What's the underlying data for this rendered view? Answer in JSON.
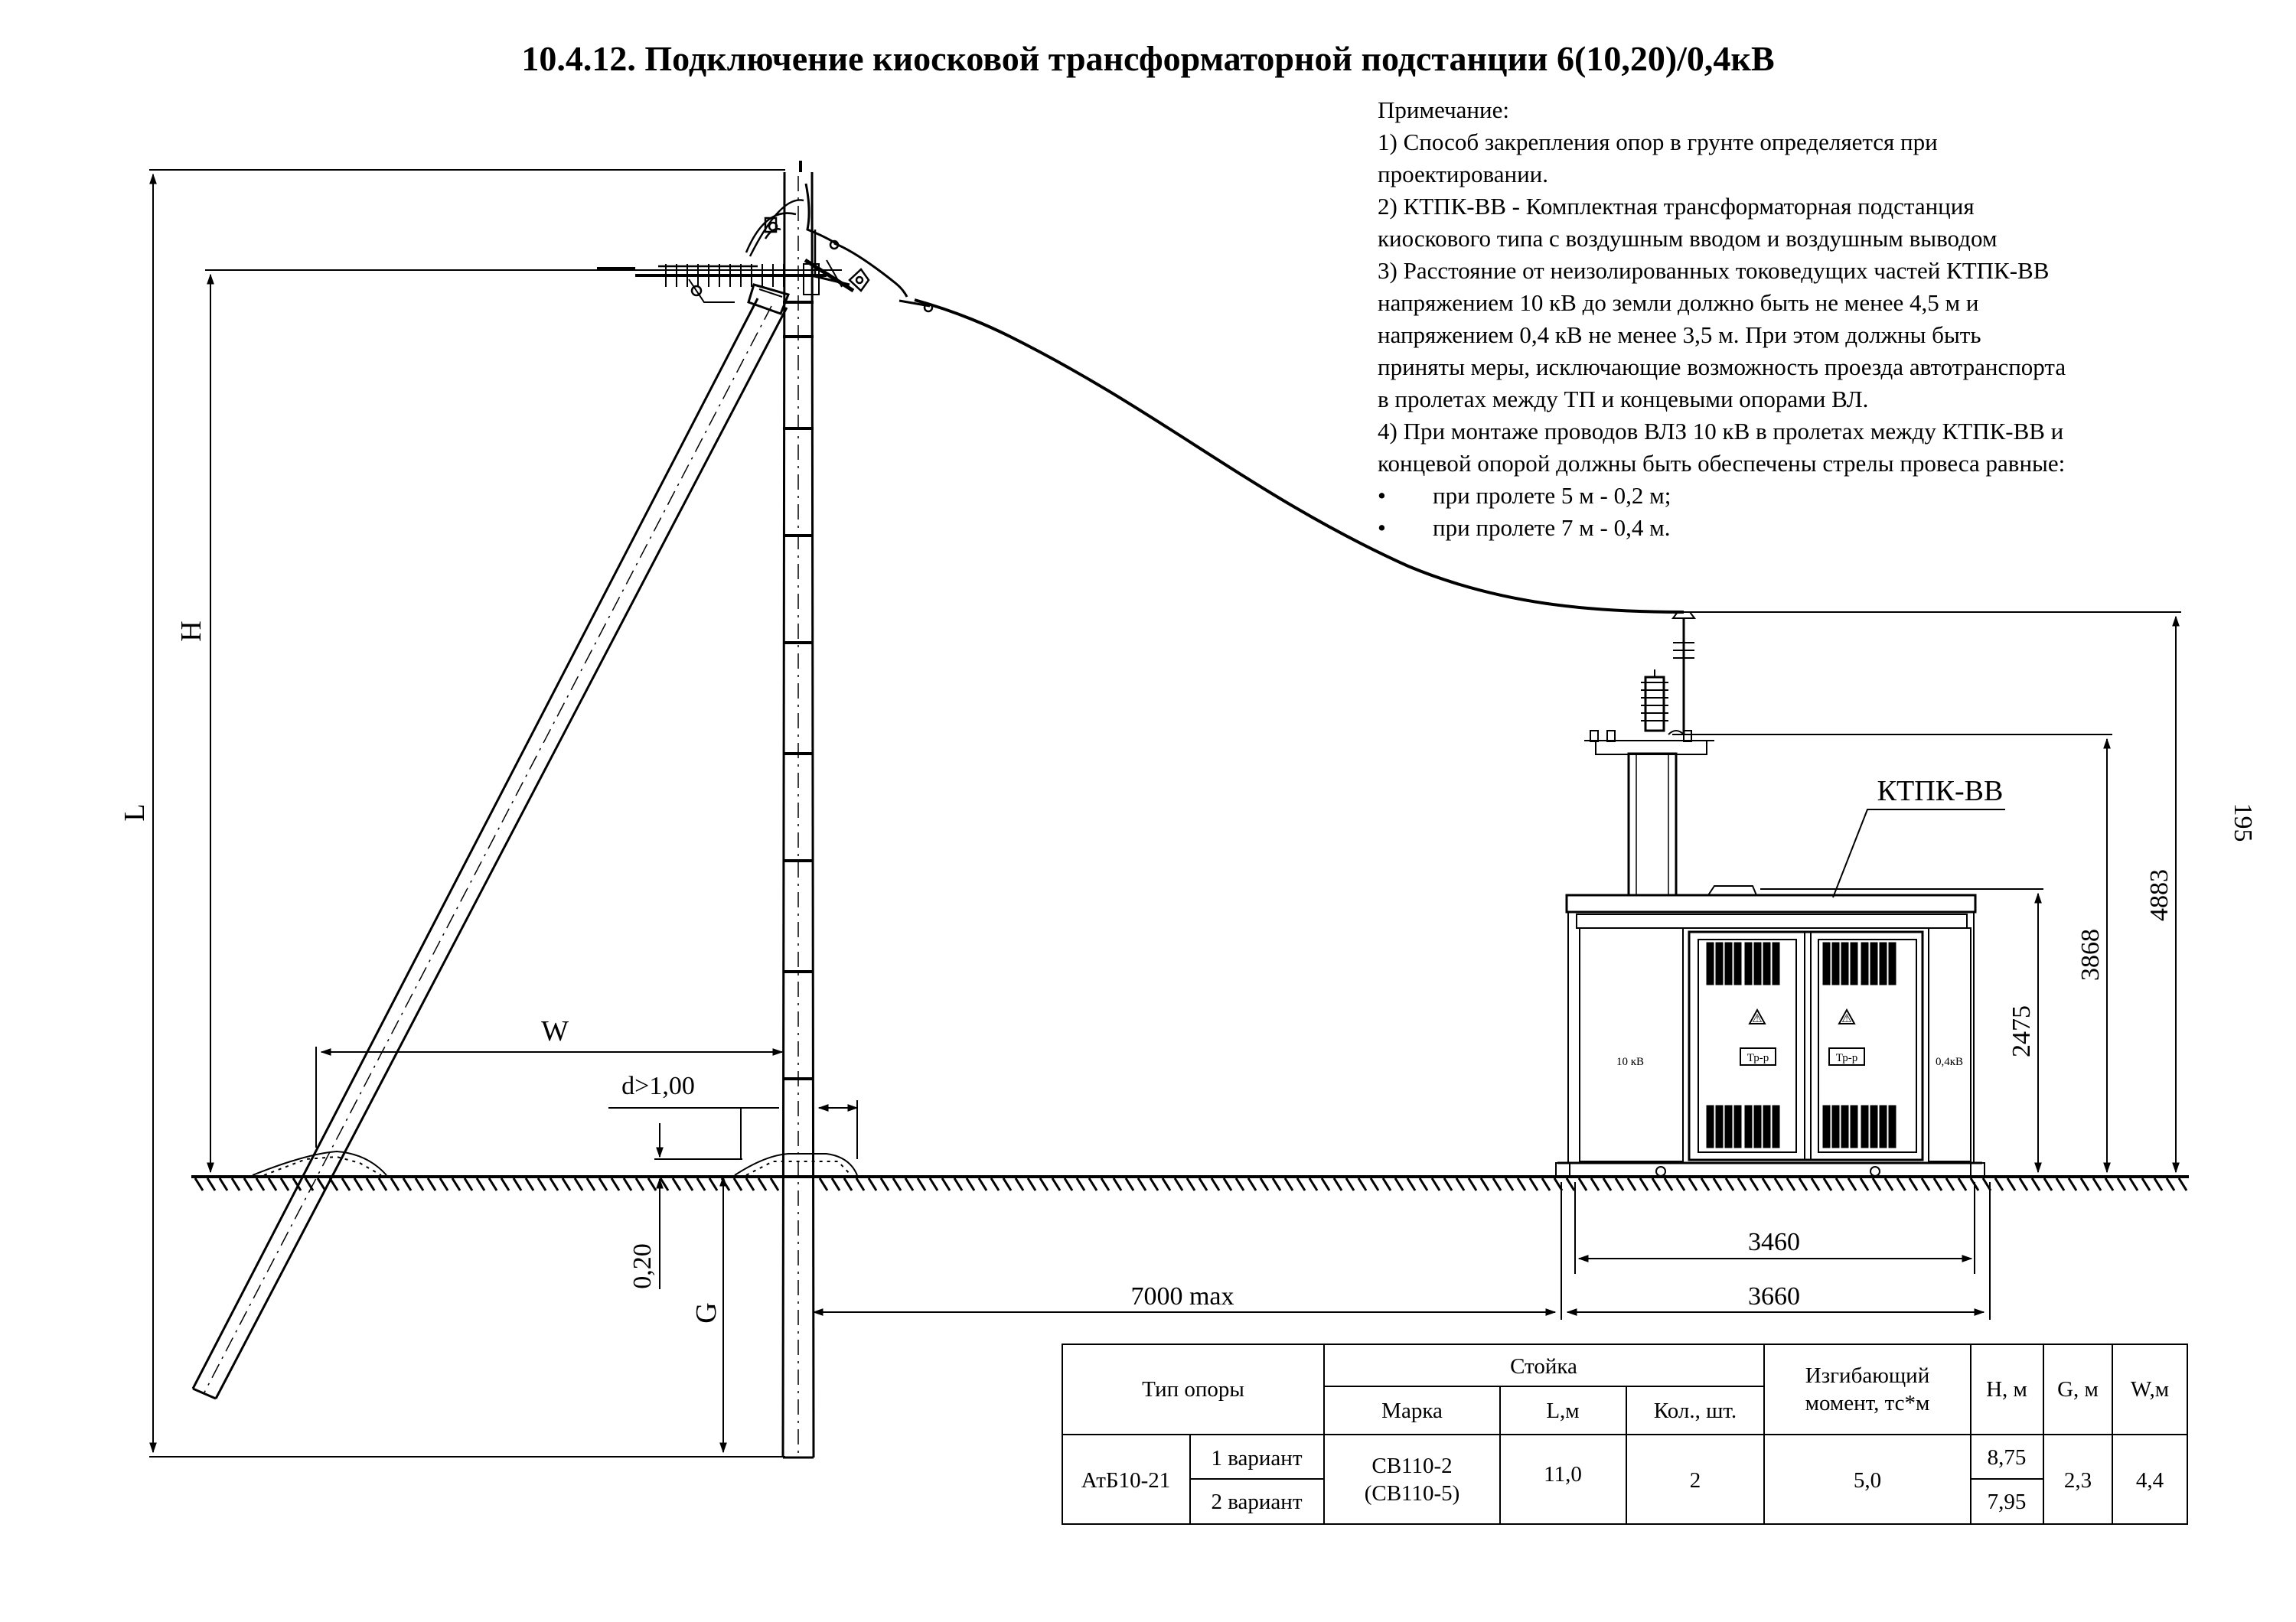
{
  "title": "10.4.12. Подключение киосковой трансформаторной подстанции 6(10,20)/0,4кВ",
  "notes": {
    "heading": "Примечание:",
    "lines": [
      "1) Способ закрепления опор в грунте определяется при",
      "проектировании.",
      "2) КТПК-ВВ - Комплектная трансформаторная подстанция",
      "киоскового типа с воздушным вводом и воздушным выводом",
      "3) Расстояние от неизолированных токоведущих частей КТПК-ВВ",
      "напряжением 10 кВ до земли должно быть не менее 4,5 м и",
      "напряжением 0,4 кВ не менее 3,5 м. При этом должны быть",
      "приняты меры, исключающие возможность проезда автотранспорта",
      "в пролетах между ТП и концевыми опорами ВЛ.",
      "4) При монтаже проводов ВЛЗ 10 кВ в пролетах между КТПК-ВВ и",
      "концевой опорой должны быть обеспечены стрелы провеса равные:"
    ],
    "bullets": [
      "при пролете 5 м - 0,2 м;",
      "при пролете 7 м - 0,4 м."
    ],
    "bullet_symbol": "•"
  },
  "dimensions": {
    "L": "L",
    "H": "H",
    "W": "W",
    "G": "G",
    "d": "d>1,00",
    "depth": "0,20",
    "span": "7000 max",
    "width_base": "3460",
    "width_total": "3660",
    "h_body": "2475",
    "h_bushing": "3868",
    "h_top": "4883",
    "h_side": "195"
  },
  "labels": {
    "ktp": "КТПК-ВВ",
    "hv": "10 кВ",
    "lv": "0,4кВ",
    "transformer": "Тр-р",
    "warning": "⚠"
  },
  "table": {
    "col_type": "Тип опоры",
    "col_stand": "Стойка",
    "col_brand": "Марка",
    "col_L": "L,м",
    "col_count": "Кол., шт.",
    "col_moment_1": "Изгибающий",
    "col_moment_2": "момент, тс*м",
    "col_H": "Н, м",
    "col_G": "G, м",
    "col_W": "W,м",
    "support": "АтБ10-21",
    "variant1": "1 вариант",
    "variant2": "2 вариант",
    "brand1": "СВ110-2",
    "brand2": "(СВ110-5)",
    "L": "11,0",
    "count": "2",
    "moment": "5,0",
    "H1": "8,75",
    "H2": "7,95",
    "G": "2,3",
    "W": "4,4"
  }
}
